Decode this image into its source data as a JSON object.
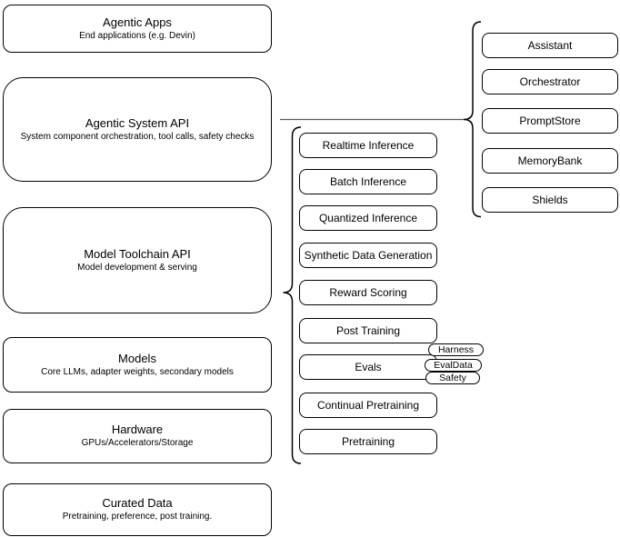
{
  "colors": {
    "background": "#ffffff",
    "stroke": "#000000",
    "text": "#000000"
  },
  "left_stack": [
    {
      "title": "Agentic Apps",
      "subtitle": "End applications (e.g. Devin)"
    },
    {
      "title": "Agentic System API",
      "subtitle": "System component orchestration, tool calls, safety checks"
    },
    {
      "title": "Model Toolchain API",
      "subtitle": "Model development & serving"
    },
    {
      "title": "Models",
      "subtitle": "Core LLMs, adapter weights, secondary models"
    },
    {
      "title": "Hardware",
      "subtitle": "GPUs/Accelerators/Storage"
    },
    {
      "title": "Curated Data",
      "subtitle": "Pretraining, preference, post training."
    }
  ],
  "toolchain": [
    {
      "label": "Realtime Inference"
    },
    {
      "label": "Batch Inference"
    },
    {
      "label": "Quantized Inference"
    },
    {
      "label": "Synthetic Data Generation"
    },
    {
      "label": "Reward Scoring"
    },
    {
      "label": "Post Training"
    },
    {
      "label": "Evals"
    },
    {
      "label": "Continual Pretraining"
    },
    {
      "label": "Pretraining"
    }
  ],
  "system_components": [
    {
      "label": "Assistant"
    },
    {
      "label": "Orchestrator"
    },
    {
      "label": "PromptStore"
    },
    {
      "label": "MemoryBank"
    },
    {
      "label": "Shields"
    }
  ],
  "eval_tags": [
    {
      "label": "Harness"
    },
    {
      "label": "EvalData"
    },
    {
      "label": "Safety"
    }
  ]
}
